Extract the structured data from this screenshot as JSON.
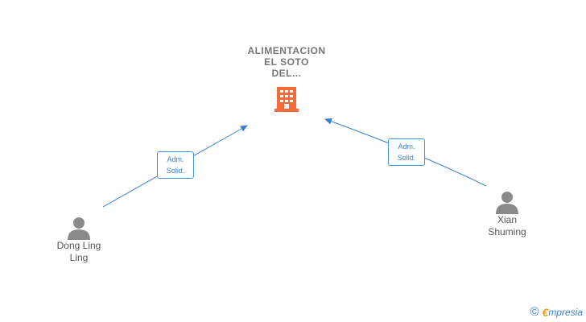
{
  "company": {
    "name_lines": [
      "ALIMENTACION",
      "EL SOTO",
      "DEL..."
    ],
    "icon": "building-icon",
    "color": "#f36b3a"
  },
  "people": [
    {
      "name_lines": [
        "Dong Ling",
        "Ling"
      ],
      "icon": "person-icon"
    },
    {
      "name_lines": [
        "Xian",
        "Shuming"
      ],
      "icon": "person-icon"
    }
  ],
  "relations": [
    {
      "from": "Dong Ling Ling",
      "role_lines": [
        "Adm.",
        "Solid."
      ]
    },
    {
      "from": "Xian Shuming",
      "role_lines": [
        "Adm.",
        "Solid."
      ]
    }
  ],
  "edge_color": "#3b7fd0",
  "brand": {
    "copyright": "©",
    "initial": "€",
    "name": "mpresia"
  }
}
